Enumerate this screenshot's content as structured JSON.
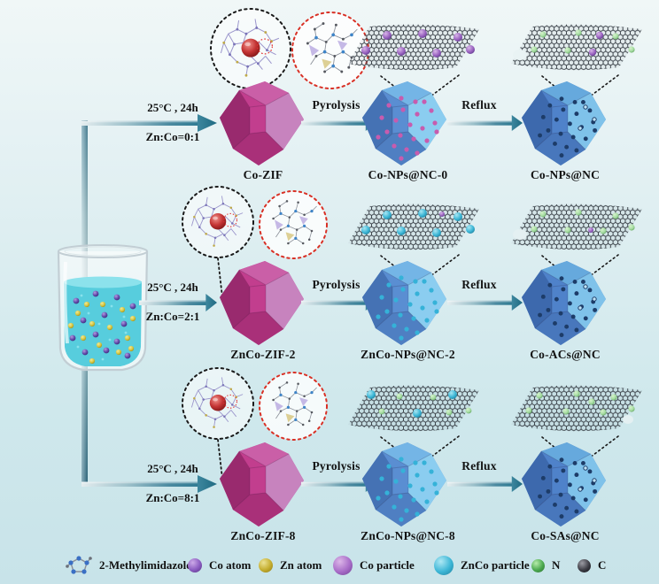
{
  "rows": [
    {
      "temperature": "25°C , 24h",
      "ratio": "Zn:Co=0:1",
      "zif_label": "Co-ZIF",
      "pyrolysis_label": "Pyrolysis",
      "intermediate_label": "Co-NPs@NC-0",
      "reflux_label": "Reflux",
      "product_label": "Co-NPs@NC"
    },
    {
      "temperature": "25°C , 24h",
      "ratio": "Zn:Co=2:1",
      "zif_label": "ZnCo-ZIF-2",
      "pyrolysis_label": "Pyrolysis",
      "intermediate_label": "ZnCo-NPs@NC-2",
      "reflux_label": "Reflux",
      "product_label": "Co-ACs@NC"
    },
    {
      "temperature": "25°C , 24h",
      "ratio": "Zn:Co=8:1",
      "zif_label": "ZnCo-ZIF-8",
      "pyrolysis_label": "Pyrolysis",
      "intermediate_label": "ZnCo-NPs@NC-8",
      "reflux_label": "Reflux",
      "product_label": "Co-SAs@NC"
    }
  ],
  "legend": {
    "items": [
      {
        "icon": "2-methylimidazole-icon",
        "label": "2-Methylimidazole",
        "color": "#3a6fc4"
      },
      {
        "icon": "co-atom-icon",
        "label": "Co atom",
        "color": "#8a5bc0"
      },
      {
        "icon": "zn-atom-icon",
        "label": "Zn atom",
        "color": "#c4ad2e"
      },
      {
        "icon": "co-particle-icon",
        "label": "Co particle",
        "color": "#a86cc8"
      },
      {
        "icon": "znco-particle-icon",
        "label": "ZnCo particle",
        "color": "#3cb6d6"
      },
      {
        "icon": "n-atom-icon",
        "label": "N",
        "color": "#4aa84e"
      },
      {
        "icon": "c-atom-icon",
        "label": "C",
        "color": "#3c3c44"
      }
    ]
  },
  "colors": {
    "zif_magenta": "#c23e8e",
    "carbon_blue": "#5a8ed2",
    "cyan_particle": "#3cb6d6",
    "co_particle_purple": "#a86cc8",
    "n_green": "#4aa84e",
    "zn_gold": "#c4ad2e",
    "arrow_teal": "#2f7b93",
    "background": "#d5eaee"
  }
}
